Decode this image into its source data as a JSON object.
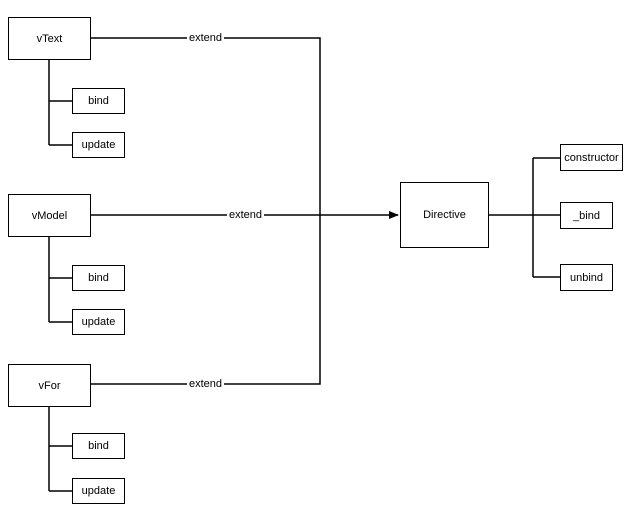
{
  "classes": [
    {
      "name": "vText",
      "methods": [
        "bind",
        "update"
      ]
    },
    {
      "name": "vModel",
      "methods": [
        "bind",
        "update"
      ]
    },
    {
      "name": "vFor",
      "methods": [
        "bind",
        "update"
      ]
    }
  ],
  "edges": [
    "extend",
    "extend",
    "extend"
  ],
  "base": {
    "name": "Directive",
    "methods": [
      "constructor",
      "_bind",
      "unbind"
    ]
  }
}
